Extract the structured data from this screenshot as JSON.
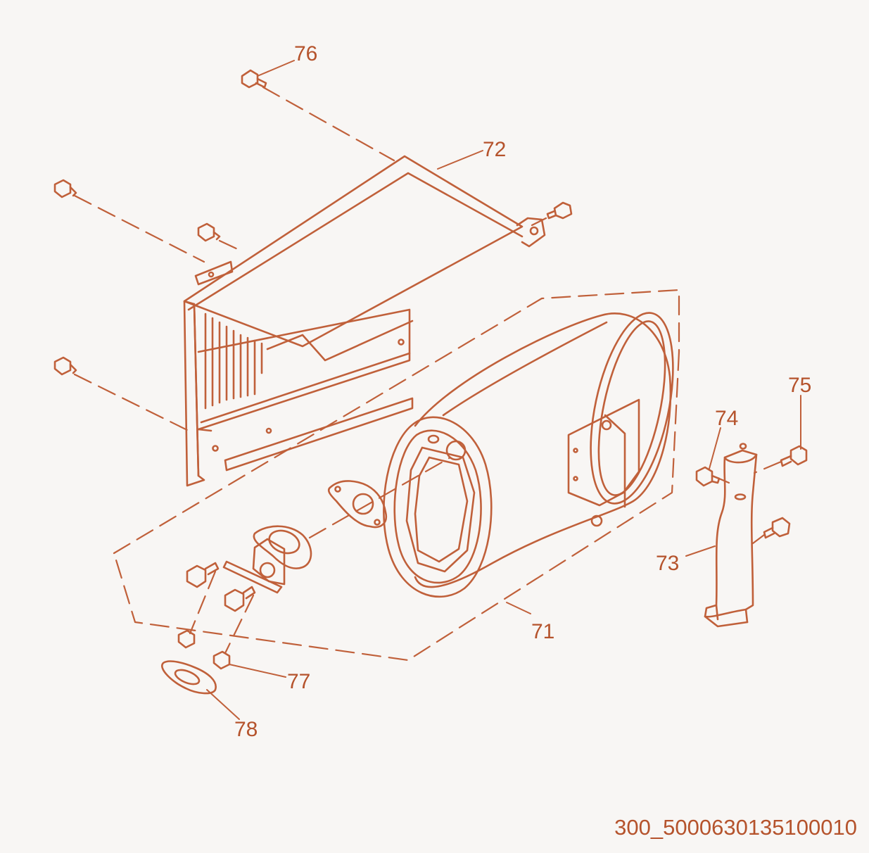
{
  "colors": {
    "line": "#c0603a",
    "text": "#b5532c",
    "background": "#f8f6f4"
  },
  "labels": {
    "p71": "71",
    "p72": "72",
    "p73": "73",
    "p74": "74",
    "p75": "75",
    "p76": "76",
    "p77": "77",
    "p78": "78"
  },
  "diagram_code": "300_5000630135100010"
}
